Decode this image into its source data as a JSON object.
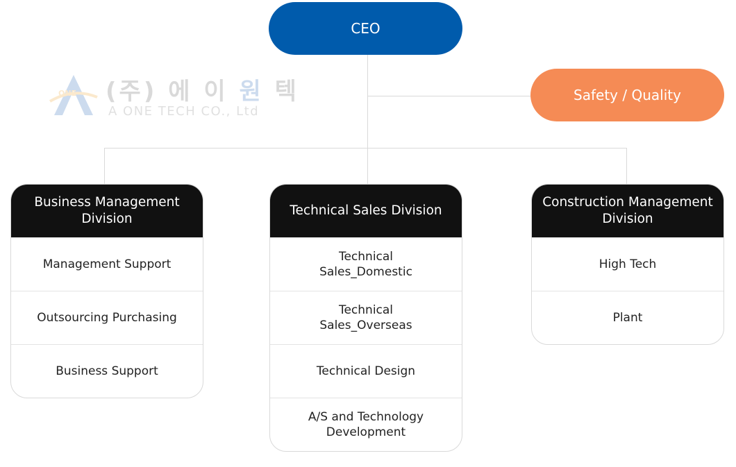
{
  "ceo": {
    "label": "CEO",
    "color": "#005bac"
  },
  "safety": {
    "label": "Safety / Quality",
    "color": "#f58b55"
  },
  "watermark": {
    "korean_prefix": "(주)",
    "korean_name_a": "에 이",
    "korean_name_b": "원",
    "korean_name_c": "텍",
    "english": "A ONE TECH CO., Ltd",
    "logo_letter": "A",
    "logo_badge": "ONE"
  },
  "divisions": [
    {
      "title": "Business Management Division",
      "items": [
        "Management Support",
        "Outsourcing Purchasing",
        "Business Support"
      ]
    },
    {
      "title": "Technical Sales Division",
      "items": [
        "Technical Sales_Domestic",
        "Technical Sales_Overseas",
        "Technical Design",
        "A/S and Technology Development"
      ]
    },
    {
      "title": "Construction Management Division",
      "items": [
        "High Tech",
        "Plant"
      ]
    }
  ]
}
